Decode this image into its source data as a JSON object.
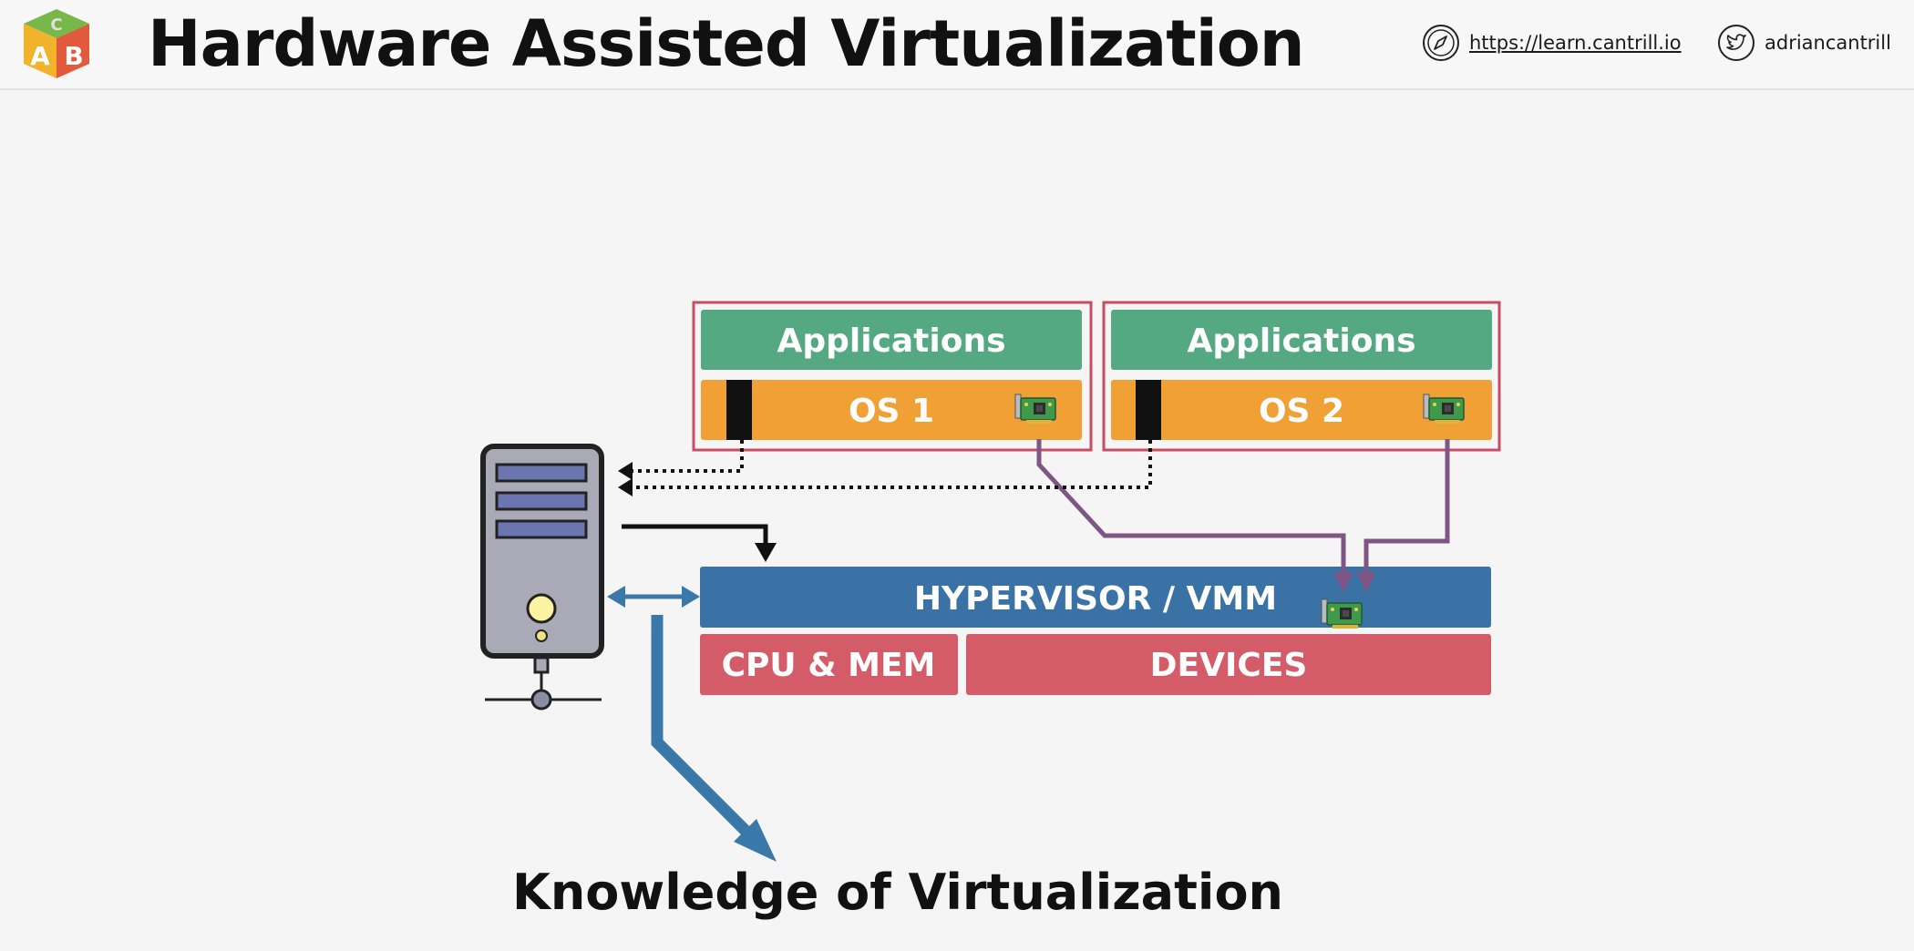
{
  "header": {
    "title": "Hardware Assisted Virtualization",
    "website": "https://learn.cantrill.io",
    "twitter": "adriancantrill",
    "logo_letters": {
      "top": "C",
      "left": "A",
      "right": "B"
    }
  },
  "diagram": {
    "vm1": {
      "apps_label": "Applications",
      "os_label": "OS 1"
    },
    "vm2": {
      "apps_label": "Applications",
      "os_label": "OS 2"
    },
    "hypervisor_label": "HYPERVISOR / VMM",
    "cpu_mem_label": "CPU & MEM",
    "devices_label": "DEVICES",
    "bottom_label": "Knowledge of Virtualization"
  },
  "colors": {
    "applications": "#54a882",
    "os": "#f0a035",
    "hypervisor": "#3a72a6",
    "hardware": "#d45c69",
    "vm_border": "#c94d62",
    "purple_arrow": "#7e5585",
    "blue_arrow": "#3a78aa"
  }
}
